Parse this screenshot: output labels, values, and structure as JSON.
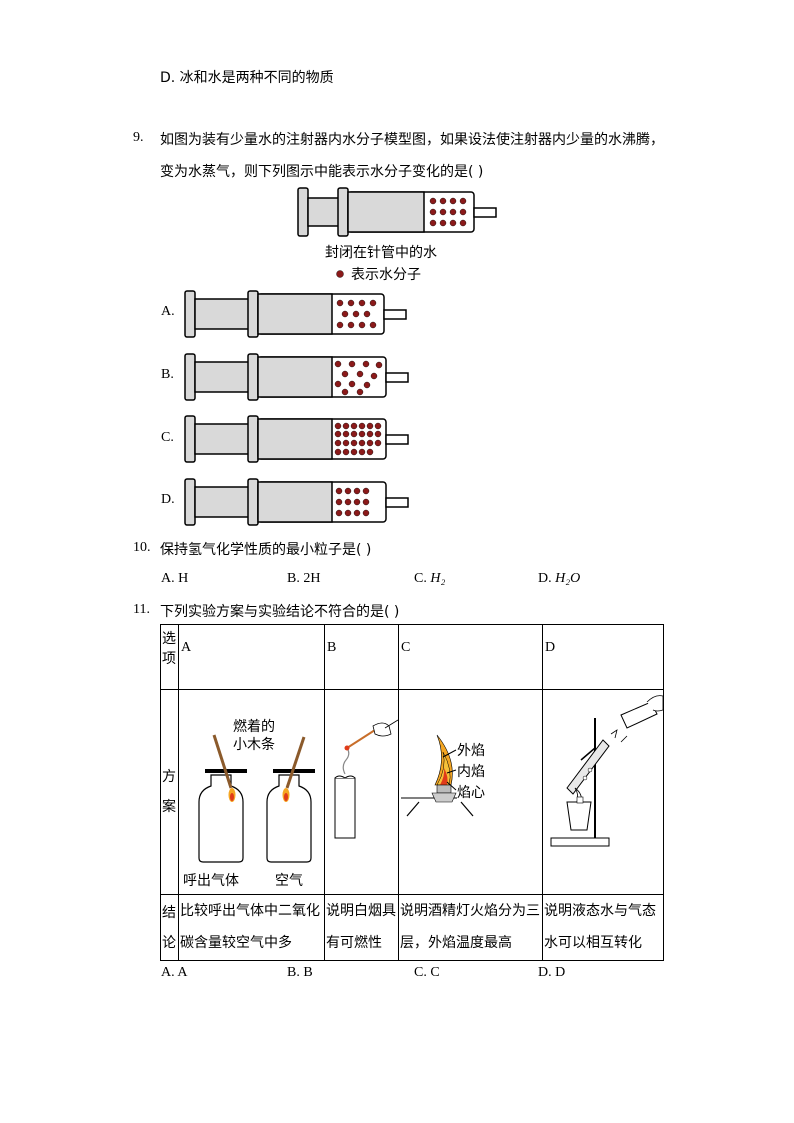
{
  "q8": {
    "option_d": "D. 冰和水是两种不同的物质"
  },
  "q9": {
    "number": "9.",
    "stem_line1": "如图为装有少量水的注射器内水分子模型图，如果设法使注射器内少量的水沸腾，",
    "stem_line2": "变为水蒸气，则下列图示中能表示水分子变化的是(    )",
    "figure_caption": "封闭在针管中的水",
    "legend_text": "表示水分子",
    "options": [
      "A.",
      "B.",
      "C.",
      "D."
    ]
  },
  "q10": {
    "number": "10.",
    "stem": "保持氢气化学性质的最小粒子是(    )",
    "options": [
      {
        "label": "A. ",
        "value": "H"
      },
      {
        "label": "B. ",
        "value": "2H"
      },
      {
        "label": "C. ",
        "value": "H₂"
      },
      {
        "label": "D. ",
        "value": "H₂O"
      }
    ]
  },
  "q11": {
    "number": "11.",
    "stem": "下列实验方案与实验结论不符合的是(    )",
    "row_headers": {
      "option": "选项",
      "plan": "方案",
      "conclusion": "结论"
    },
    "columns": [
      "A",
      "B",
      "C",
      "D"
    ],
    "figure_a": {
      "title_line1": "燃着的",
      "title_line2": "小木条",
      "left": "呼出气体",
      "right": "空气"
    },
    "figure_c": {
      "outer": "外焰",
      "middle": "内焰",
      "inner": "焰心"
    },
    "conclusions": [
      {
        "line1": "比较呼出气体中二氧化",
        "line2": "碳含量较空气中多"
      },
      {
        "line1": "说明白烟具",
        "line2": "有可燃性"
      },
      {
        "line1": "说明酒精灯火焰分为三",
        "line2": "层，外焰温度最高"
      },
      {
        "line1": "说明液态水与气态",
        "line2": "水可以相互转化"
      }
    ],
    "options": [
      "A. A",
      "B. B",
      "C. C",
      "D. D"
    ]
  },
  "colors": {
    "dot": "#8b1a1a",
    "barrel": "#d9d9d9",
    "flame_outer": "#f5a623",
    "flame_inner": "#e03b1a"
  }
}
